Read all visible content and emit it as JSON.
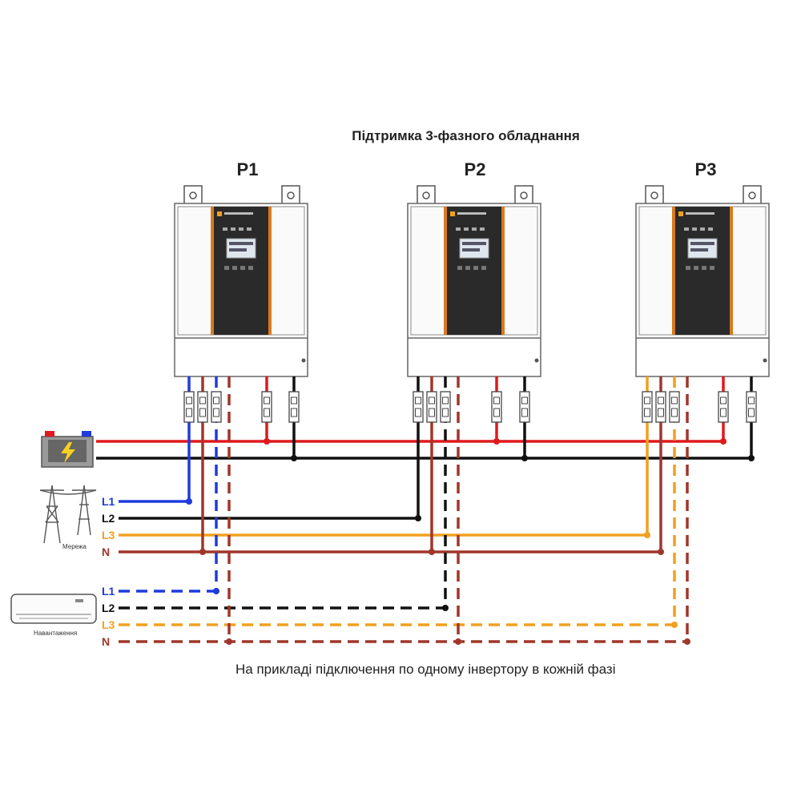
{
  "title": "Підтримка 3-фазного обладнання",
  "caption": "На прикладі підключення по одному інвертору в кожній фазі",
  "inverters": [
    {
      "label": "P1"
    },
    {
      "label": "P2"
    },
    {
      "label": "P3"
    }
  ],
  "grid": {
    "caption": "Мережа",
    "lines": [
      {
        "label": "L1",
        "color": "#1f3bdb"
      },
      {
        "label": "L2",
        "color": "#111111"
      },
      {
        "label": "L3",
        "color": "#f0a020"
      },
      {
        "label": "N",
        "color": "#a0362a"
      }
    ]
  },
  "load": {
    "caption": "Навантаження",
    "lines": [
      {
        "label": "L1",
        "color": "#1f3bdb"
      },
      {
        "label": "L2",
        "color": "#111111"
      },
      {
        "label": "L3",
        "color": "#f0a020"
      },
      {
        "label": "N",
        "color": "#a0362a"
      }
    ]
  },
  "battery": {
    "positive_color": "#e0191d",
    "negative_color": "#111111"
  }
}
